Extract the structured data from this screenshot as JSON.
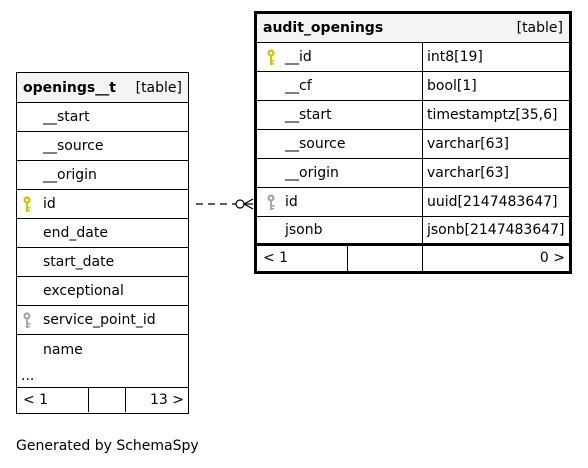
{
  "openings_t": {
    "name": "openings__t",
    "kind": "[table]",
    "rows": [
      {
        "label": "__start",
        "key": ""
      },
      {
        "label": "__source",
        "key": ""
      },
      {
        "label": "__origin",
        "key": ""
      },
      {
        "label": "id",
        "key": "primary"
      },
      {
        "label": "end_date",
        "key": ""
      },
      {
        "label": "start_date",
        "key": ""
      },
      {
        "label": "exceptional",
        "key": ""
      },
      {
        "label": "service_point_id",
        "key": "foreign"
      },
      {
        "label": "name",
        "key": ""
      }
    ],
    "more": "...",
    "footer_left": "< 1",
    "footer_right": "13 >"
  },
  "audit_openings": {
    "name": "audit_openings",
    "kind": "[table]",
    "rows": [
      {
        "label": "__id",
        "type": "int8[19]",
        "key": "primary"
      },
      {
        "label": "__cf",
        "type": "bool[1]",
        "key": ""
      },
      {
        "label": "__start",
        "type": "timestamptz[35,6]",
        "key": ""
      },
      {
        "label": "__source",
        "type": "varchar[63]",
        "key": ""
      },
      {
        "label": "__origin",
        "type": "varchar[63]",
        "key": ""
      },
      {
        "label": "id",
        "type": "uuid[2147483647]",
        "key": "foreign"
      },
      {
        "label": "jsonb",
        "type": "jsonb[2147483647]",
        "key": ""
      }
    ],
    "footer_left": "< 1",
    "footer_right": "0 >"
  },
  "colors": {
    "primary_key": "#d6c300",
    "foreign_key": "#a8a8a8",
    "header_bg": "#f4f4f4"
  },
  "generated_by": "Generated by SchemaSpy"
}
